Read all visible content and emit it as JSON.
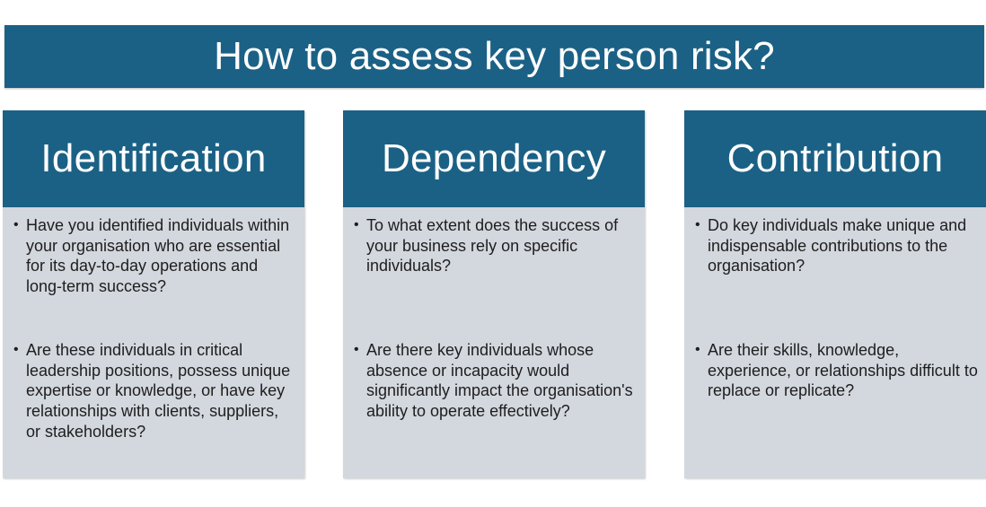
{
  "title": "How to assess key person risk?",
  "columns": [
    {
      "heading": "Identification",
      "bullets": [
        "Have you identified individuals within your organisation who are essential for its day-to-day operations and long-term success?",
        "Are these individuals in critical leadership positions, possess unique expertise or knowledge, or have key relationships with clients, suppliers, or stakeholders?"
      ]
    },
    {
      "heading": "Dependency",
      "bullets": [
        "To what extent does the success of your business rely on specific individuals?",
        "Are there key individuals whose absence or incapacity would significantly impact the organisation's ability to operate effectively?"
      ]
    },
    {
      "heading": "Contribution",
      "bullets": [
        "Do key individuals make unique and indispensable contributions to the organisation?",
        "Are their skills, knowledge, experience, or relationships difficult to replace or replicate?"
      ]
    }
  ],
  "colors": {
    "header_blue": "#1b6185",
    "body_gray": "#d3d7de"
  }
}
